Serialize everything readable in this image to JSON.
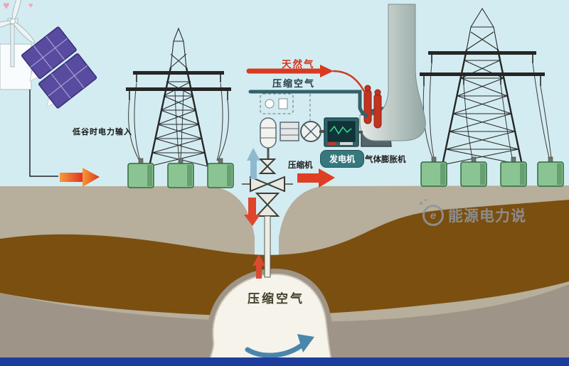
{
  "scene": {
    "labels": {
      "natural_gas": "天然气",
      "compressed_air_pipeline": "压缩空气",
      "off_peak_power_input": "低谷时电力输入",
      "compressor": "压缩机",
      "generator": "发电机",
      "gas_expander": "气体膨胀机",
      "cavern_compressed_air": "压缩空气"
    },
    "watermark": {
      "text": "能源电力说",
      "logo_letter": "e"
    },
    "icons": {
      "heart": "♥"
    },
    "colors": {
      "sky": "#d3ecf1",
      "ground_tan": "#b7ae9b",
      "soil_brown": "#7b4f10",
      "rock_grey": "#9e9588",
      "cavern_white": "#f6f3ea",
      "arrow_red": "#df3f22",
      "gas_line_red": "#d93a20",
      "air_line_teal": "#33606c",
      "substation_green": "#8ac492",
      "solar_purple": "#584ba0",
      "generator_teal": "#2e6468",
      "footer_blue": "#1d3d9e",
      "watermark_grey": "#8f959c",
      "cavern_arrow_blue": "#4a86ac"
    }
  }
}
